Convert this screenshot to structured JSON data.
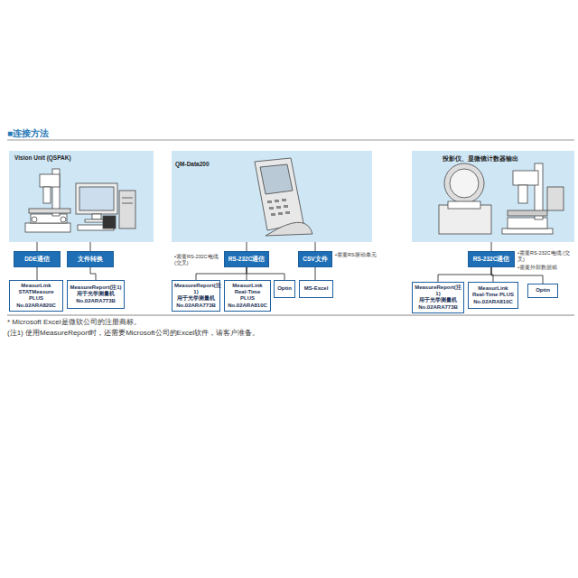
{
  "diagram": {
    "title": "■连接方法",
    "nodes": [
      {
        "text": [
          "Vision Unit (QSPAK)"
        ]
      },
      {
        "text": [
          "DDE通信"
        ]
      },
      {
        "text": [
          "文件转换"
        ]
      },
      {
        "text": [
          "MeasurLink",
          "STATMeasure PLUS",
          "No.02ARA820C"
        ]
      },
      {
        "text": [
          "MeasureReport(注1)",
          "用于光学测量机",
          "No.02ARA773B"
        ]
      },
      {
        "text": [
          "QM-Data200"
        ]
      },
      {
        "text": [
          "RS-232C通信"
        ]
      },
      {
        "text": [
          "CSV文件"
        ]
      },
      {
        "text": [
          "MeasureReport(注1)",
          "用于光学测量机",
          "No.02ARA773B"
        ]
      },
      {
        "text": [
          "MeasurLink",
          "Real-Time PLUS",
          "No.02ARA810C"
        ]
      },
      {
        "text": [
          "Optin"
        ]
      },
      {
        "text": [
          "MS-Excel"
        ]
      },
      {
        "text": [
          "投影仪、显微镜计数器输出"
        ]
      },
      {
        "text": [
          "RS-232C通信"
        ]
      },
      {
        "text": [
          "MeasureReport(注1)",
          "用于光学测量机",
          "No.02ARA773B"
        ]
      },
      {
        "text": [
          "MeasurLink",
          "Real-Time PLUS",
          "No.02ARA810C"
        ]
      },
      {
        "text": [
          "Optin"
        ]
      }
    ],
    "edges": [
      {
        "from": 0,
        "to": 1,
        "arrow": "none"
      },
      {
        "from": 0,
        "to": 2,
        "arrow": "none"
      },
      {
        "from": 1,
        "to": 3,
        "arrow": "none"
      },
      {
        "from": 2,
        "to": 4,
        "arrow": "none"
      },
      {
        "from": 5,
        "to": 6,
        "arrow": "none"
      },
      {
        "from": 5,
        "to": 7,
        "arrow": "none"
      },
      {
        "from": 6,
        "to": 8,
        "arrow": "none"
      },
      {
        "from": 6,
        "to": 9,
        "arrow": "none"
      },
      {
        "from": 6,
        "to": 10,
        "arrow": "none"
      },
      {
        "from": 7,
        "to": 11,
        "arrow": "none"
      },
      {
        "from": 12,
        "to": 13,
        "arrow": "none"
      },
      {
        "from": 13,
        "to": 14,
        "arrow": "none"
      },
      {
        "from": 13,
        "to": 15,
        "arrow": "none"
      },
      {
        "from": 13,
        "to": 16,
        "arrow": "none"
      }
    ],
    "labels": [
      "•需要RS-232C电缆 (交叉)",
      "•需要RS驱动单元",
      "•需要RS-232C电缆 (交叉)",
      "•需要外部数据箱",
      "* Microsoft Excel是微软公司的注册商标。",
      "(注1) 使用MeasureReport时，还需要Microsoft公司的Excel软件，请客户准备。"
    ]
  }
}
